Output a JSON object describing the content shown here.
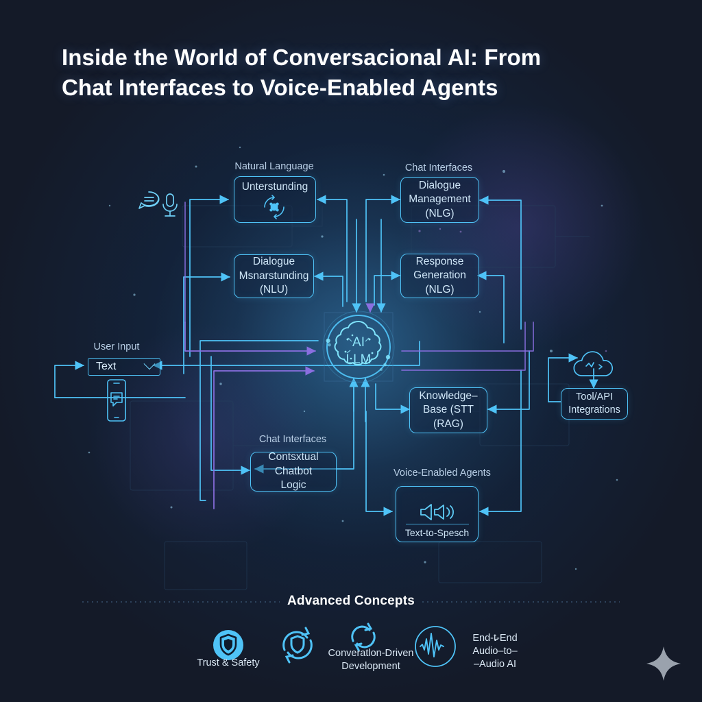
{
  "page": {
    "title_line1": "Inside the World of Conversacional AI: From",
    "title_line2": "Chat Interfaces to Voice-Enabled Agents",
    "bg_outer": "#141a28",
    "bg_inner": "#122038",
    "accent_cyan": "#4fc3f7",
    "accent_purple": "#8a6fe0",
    "text_primary": "#ffffff",
    "text_muted": "#b9cfe6"
  },
  "diagram": {
    "group_labels": {
      "natural_language": "Natural Language",
      "chat_interfaces_top": "Chat Interfaces",
      "chat_interfaces_bottom": "Chat Interfaces",
      "voice_enabled_agents": "Voice-Enabled Agents",
      "user_input": "User Input"
    },
    "nodes": {
      "nlu_top": "Unterstunding",
      "dialogue_nlu": "Dialogue\nMsnarstunding\n(NLU)",
      "dialogue_management": "Dialogue\nManagement\n(NLG)",
      "response_generation": "Response\nGeneration\n(NLG)",
      "core_line1": "AI",
      "core_line2": "LLM",
      "knowledge_base": "Knowledge–\nBase (STT\n(RAG)",
      "contextual_chatbot": "Contsxtual Chatbot\nLogic",
      "text_to_speech": "Text-to-Spesch",
      "tool_api": "Tool/API\nIntegrations",
      "user_input_select_value": "Text"
    },
    "icons": {
      "chat_bubble": "chat-bubble-icon",
      "microphone": "microphone-icon",
      "phone_chat": "phone-chat-icon",
      "brain": "brain-icon",
      "cloud": "cloud-api-icon",
      "speaker": "speaker-icon",
      "nlu_refresh": "refresh-cluster-icon",
      "dropdown_chevron": "chevron-down-icon"
    }
  },
  "advanced": {
    "heading": "Advanced Concepts",
    "items": [
      {
        "label": "Trust & Safety",
        "icon": "shield-filled-icon"
      },
      {
        "label": "Converatlon-Driven\nDevelopment",
        "icon": "shield-cycle-icon"
      },
      {
        "label": "End-t̵-End\nAudio–to–\n–Audio AI",
        "icon": "waveform-circle-icon"
      }
    ]
  },
  "branding": {
    "sparkle": "sparkle-icon"
  }
}
